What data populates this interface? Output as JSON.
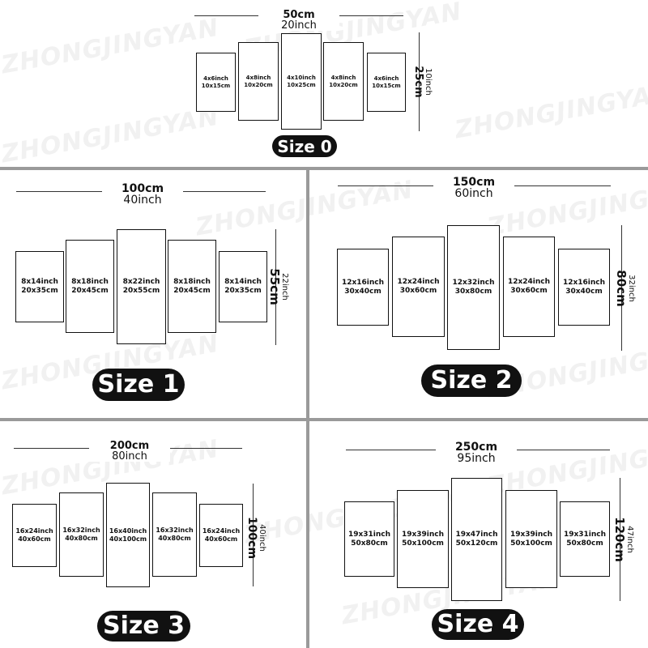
{
  "watermark": "ZHONGJINGYAN",
  "colors": {
    "line": "#111111",
    "pill_bg": "#111111",
    "pill_text": "#ffffff",
    "divider": "#9a9a9a"
  },
  "sizes": [
    {
      "label": "Size 0",
      "width_cm": "50cm",
      "width_in": "20inch",
      "height_cm": "25cm",
      "height_in": "10inch",
      "panels": [
        {
          "in": "4x6inch",
          "cm": "10x15cm"
        },
        {
          "in": "4x8inch",
          "cm": "10x20cm"
        },
        {
          "in": "4x10inch",
          "cm": "10x25cm"
        },
        {
          "in": "4x8inch",
          "cm": "10x20cm"
        },
        {
          "in": "4x6inch",
          "cm": "10x15cm"
        }
      ]
    },
    {
      "label": "Size 1",
      "width_cm": "100cm",
      "width_in": "40inch",
      "height_cm": "55cm",
      "height_in": "22inch",
      "panels": [
        {
          "in": "8x14inch",
          "cm": "20x35cm"
        },
        {
          "in": "8x18inch",
          "cm": "20x45cm"
        },
        {
          "in": "8x22inch",
          "cm": "20x55cm"
        },
        {
          "in": "8x18inch",
          "cm": "20x45cm"
        },
        {
          "in": "8x14inch",
          "cm": "20x35cm"
        }
      ]
    },
    {
      "label": "Size 2",
      "width_cm": "150cm",
      "width_in": "60inch",
      "height_cm": "80cm",
      "height_in": "32inch",
      "panels": [
        {
          "in": "12x16inch",
          "cm": "30x40cm"
        },
        {
          "in": "12x24inch",
          "cm": "30x60cm"
        },
        {
          "in": "12x32inch",
          "cm": "30x80cm"
        },
        {
          "in": "12x24inch",
          "cm": "30x60cm"
        },
        {
          "in": "12x16inch",
          "cm": "30x40cm"
        }
      ]
    },
    {
      "label": "Size 3",
      "width_cm": "200cm",
      "width_in": "80inch",
      "height_cm": "100cm",
      "height_in": "40inch",
      "panels": [
        {
          "in": "16x24inch",
          "cm": "40x60cm"
        },
        {
          "in": "16x32inch",
          "cm": "40x80cm"
        },
        {
          "in": "16x40inch",
          "cm": "40x100cm"
        },
        {
          "in": "16x32inch",
          "cm": "40x80cm"
        },
        {
          "in": "16x24inch",
          "cm": "40x60cm"
        }
      ]
    },
    {
      "label": "Size 4",
      "width_cm": "250cm",
      "width_in": "95inch",
      "height_cm": "120cm",
      "height_in": "47inch",
      "panels": [
        {
          "in": "19x31inch",
          "cm": "50x80cm"
        },
        {
          "in": "19x39inch",
          "cm": "50x100cm"
        },
        {
          "in": "19x47inch",
          "cm": "50x120cm"
        },
        {
          "in": "19x39inch",
          "cm": "50x100cm"
        },
        {
          "in": "19x31inch",
          "cm": "50x80cm"
        }
      ]
    }
  ]
}
